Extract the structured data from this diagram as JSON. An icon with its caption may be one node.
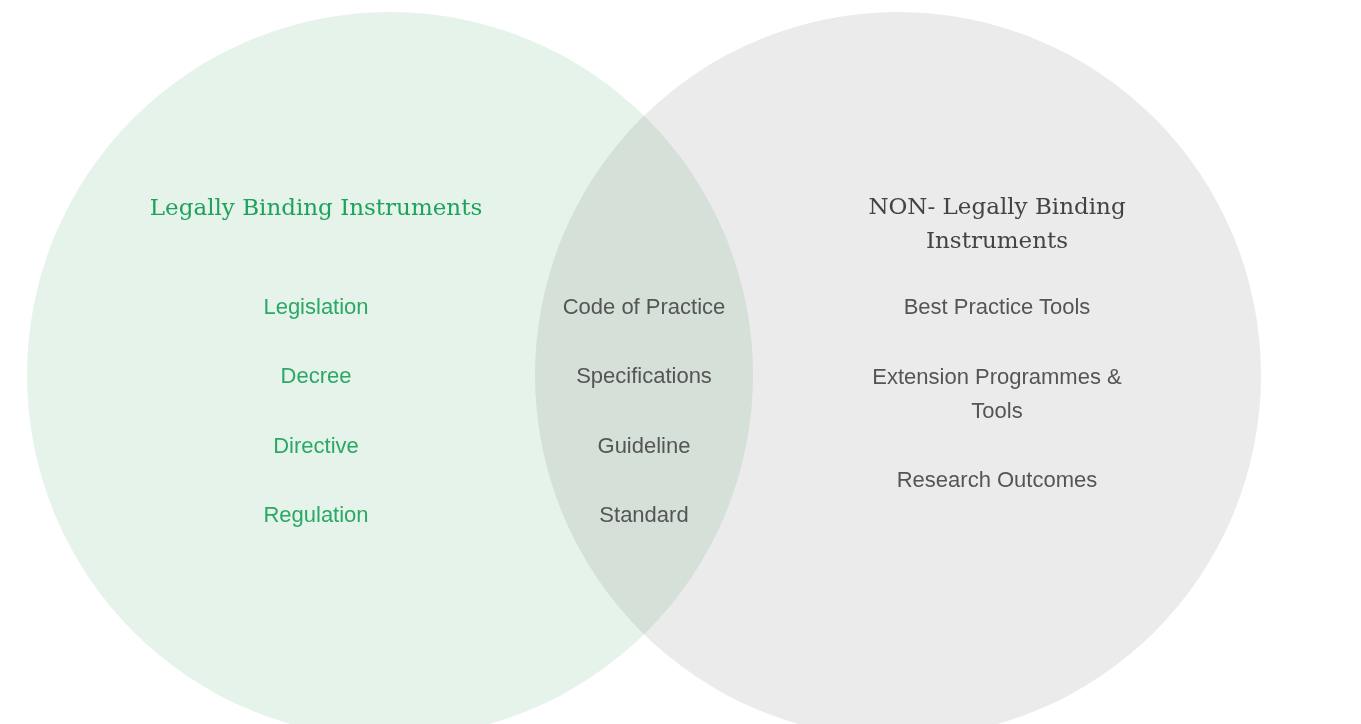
{
  "diagram": {
    "nodes": [
      {
        "text": [
          "Legally Binding Instruments",
          "Legislation",
          "Decree",
          "Directive",
          "Regulation"
        ]
      },
      {
        "text": [
          "NON- Legally Binding Instruments",
          "Best Practice Tools",
          "Extension Programmes & Tools",
          "Research Outcomes"
        ]
      }
    ],
    "labels": [
      "Code of Practice",
      "Specifications",
      "Guideline",
      "Standard"
    ]
  }
}
